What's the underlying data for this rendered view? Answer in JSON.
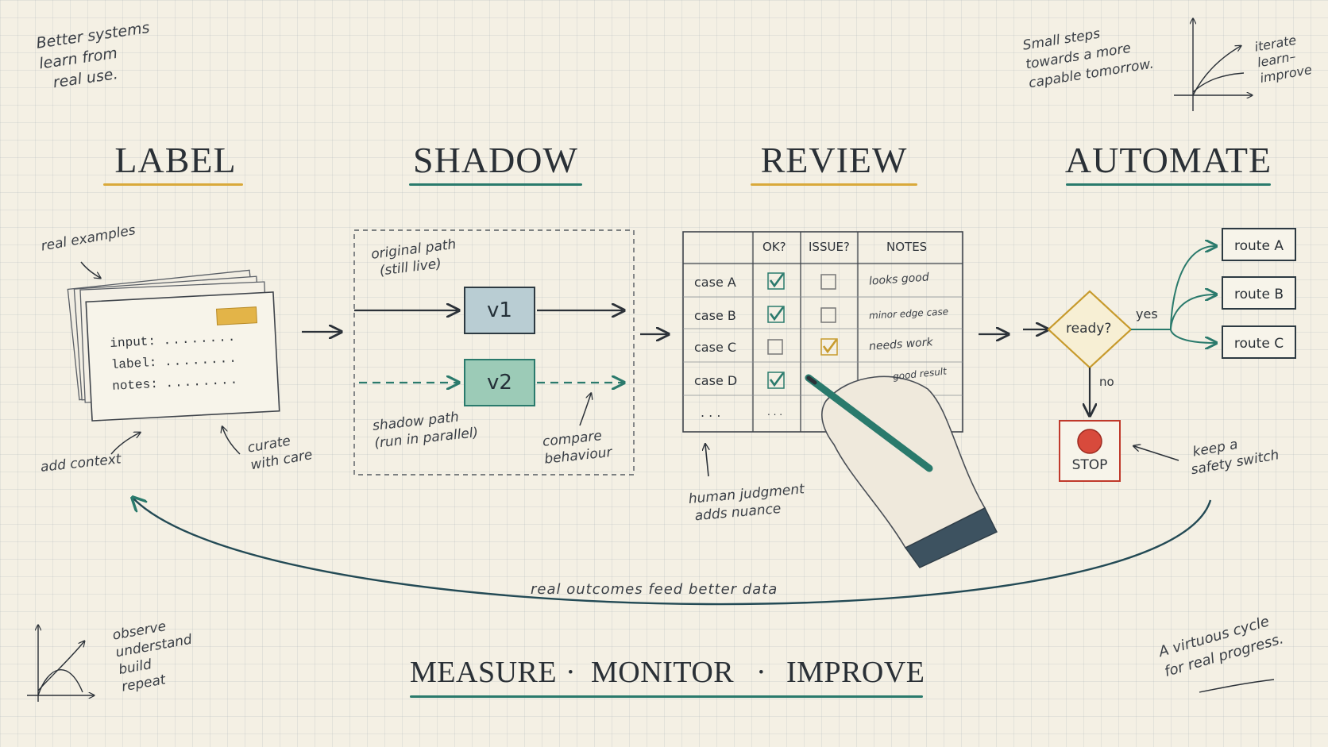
{
  "stages": {
    "label": "LABEL",
    "shadow": "SHADOW",
    "review": "REVIEW",
    "automate": "AUTOMATE"
  },
  "corner_notes": {
    "top_left": [
      "Better systems",
      "learn from",
      "real use."
    ],
    "top_right": [
      "Small steps",
      "towards a more",
      "capable tomorrow."
    ],
    "top_right_chart": [
      "iterate",
      "learn–",
      "improve"
    ],
    "bottom_left_chart": [
      "observe",
      "understand",
      "build",
      "repeat"
    ],
    "bottom_right": [
      "A virtuous cycle",
      "for real progress."
    ]
  },
  "label_stage": {
    "real_examples": "real examples",
    "fields": [
      "input:",
      "label:",
      "notes:"
    ],
    "dots": "........",
    "add_context": "add context",
    "curate": [
      "curate",
      "with care"
    ]
  },
  "shadow_stage": {
    "original_path": [
      "original path",
      "(still live)"
    ],
    "v1": "v1",
    "v2": "v2",
    "shadow_path": [
      "shadow path",
      "(run in parallel)"
    ],
    "compare": [
      "compare",
      "behaviour"
    ]
  },
  "review_stage": {
    "headers": [
      "OK?",
      "ISSUE?",
      "NOTES"
    ],
    "rows": [
      {
        "case": "case A",
        "ok": true,
        "issue": false,
        "note": "looks good"
      },
      {
        "case": "case B",
        "ok": true,
        "issue": false,
        "note": "minor edge case"
      },
      {
        "case": "case C",
        "ok": false,
        "issue": true,
        "note": "needs work"
      },
      {
        "case": "case D",
        "ok": true,
        "issue": false,
        "note": "good result"
      }
    ],
    "ellipsis": ". . .",
    "ellipsis_small": ". . .",
    "human": [
      "human judgment",
      "adds nuance"
    ]
  },
  "automate_stage": {
    "decision": "ready?",
    "yes": "yes",
    "no": "no",
    "routes": [
      "route A",
      "route B",
      "route C"
    ],
    "stop": "STOP",
    "safety": [
      "keep a",
      "safety switch"
    ]
  },
  "feedback_loop": "real outcomes feed better data",
  "bottom": {
    "measure": "MEASURE",
    "monitor": "MONITOR",
    "improve": "IMPROVE",
    "separator": "·"
  },
  "colors": {
    "ink": "#2b3138",
    "teal": "#2a7a6c",
    "gold": "#d9a93a",
    "red": "#c0392b",
    "v1_fill": "#b9cdd3",
    "v2_fill": "#9ccbb7"
  }
}
